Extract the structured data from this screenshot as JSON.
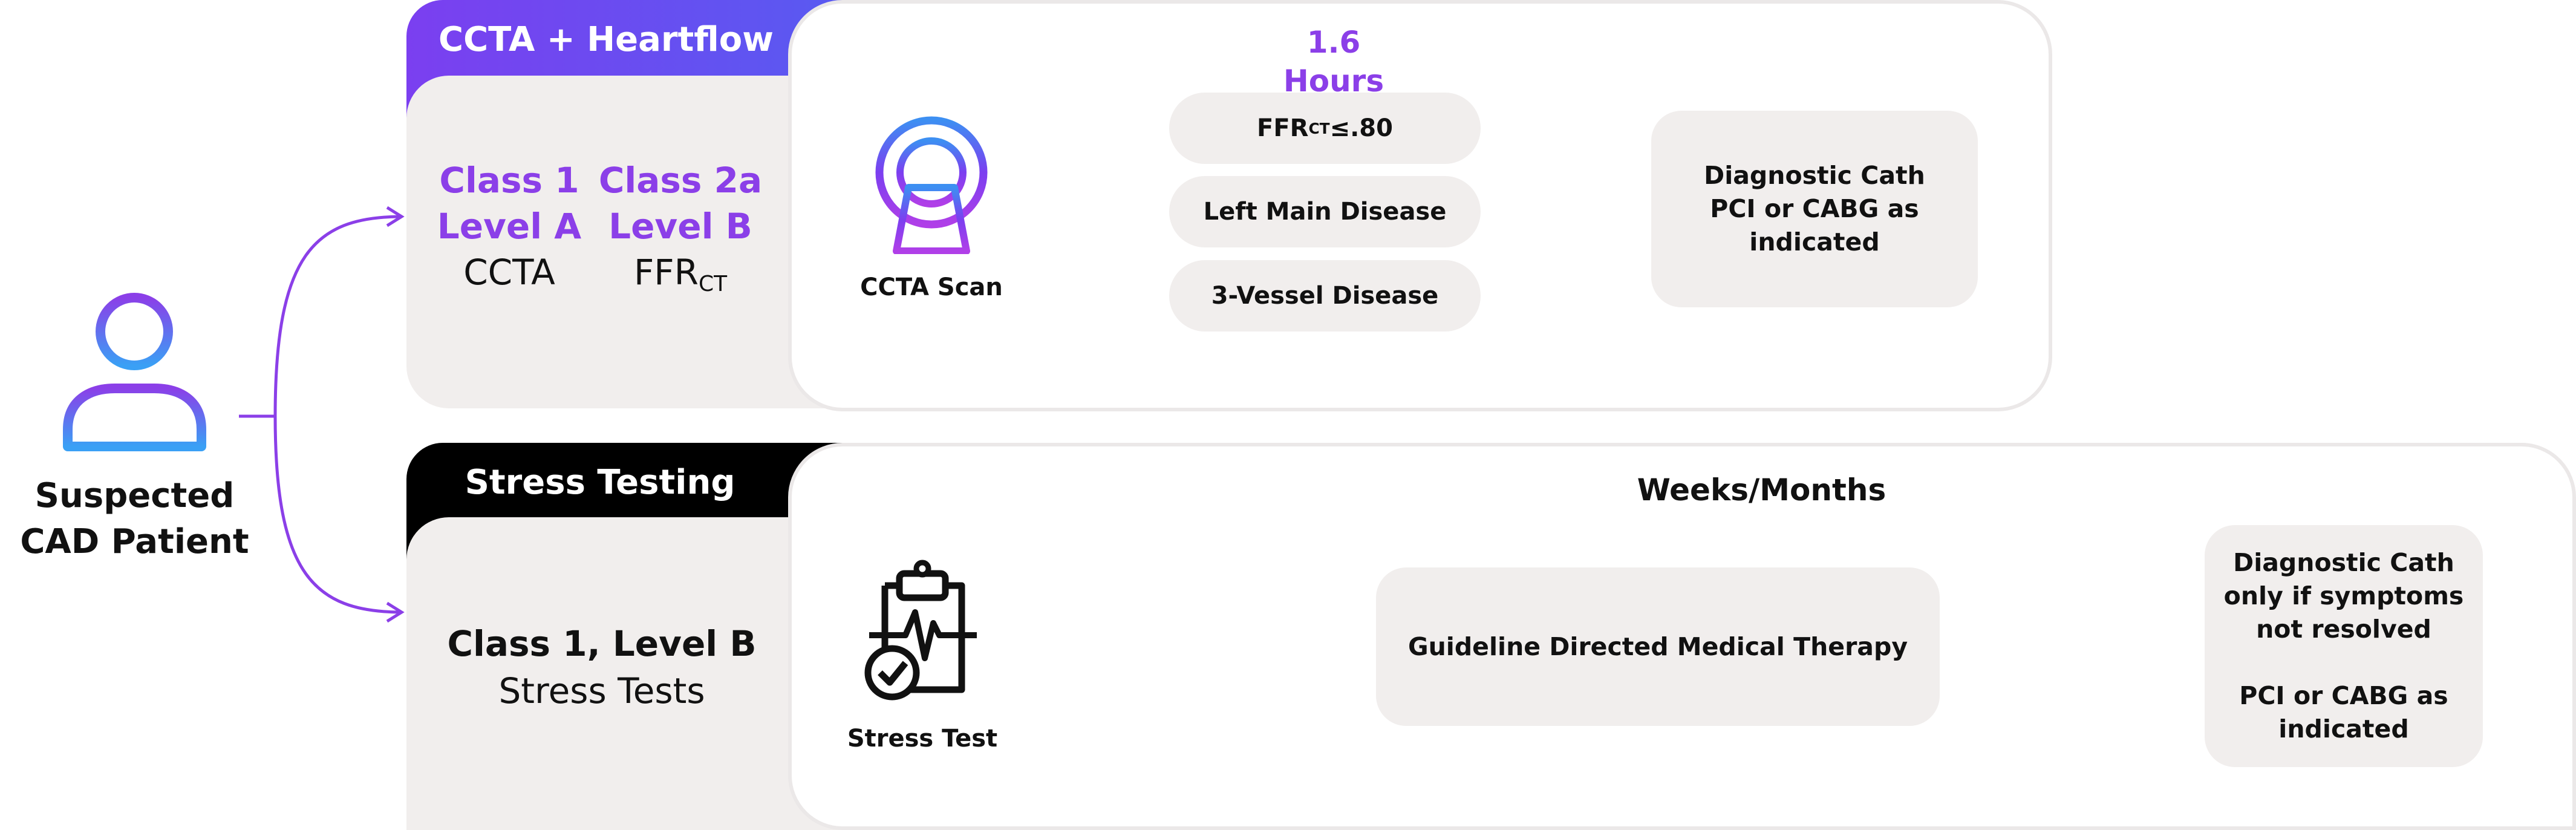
{
  "patient": {
    "label_line1": "Suspected",
    "label_line2": "CAD Patient"
  },
  "ccta_pathway": {
    "header": "CCTA + Heartflow",
    "recommendations": [
      {
        "class": "Class 1",
        "level": "Level A",
        "test": "CCTA",
        "test_sub": ""
      },
      {
        "class": "Class 2a",
        "level": "Level B",
        "test": "FFR",
        "test_sub": "CT"
      }
    ],
    "timeframe": "1.6 Hours",
    "scan_label": "CCTA Scan",
    "findings": [
      {
        "text": "FFR",
        "sub": "CT",
        "suffix": " ≤.80"
      },
      {
        "text": "Left Main Disease",
        "sub": "",
        "suffix": ""
      },
      {
        "text": "3-Vessel Disease",
        "sub": "",
        "suffix": ""
      }
    ],
    "outcome_lines": [
      "Diagnostic Cath",
      "PCI or CABG as",
      "indicated"
    ]
  },
  "stress_pathway": {
    "header": "Stress Testing",
    "recommendation_class": "Class 1, Level B",
    "recommendation_test": "Stress Tests",
    "timeframe": "Weeks/Months",
    "test_label": "Stress Test",
    "therapy": "Guideline Directed Medical Therapy",
    "outcome_lines": [
      "Diagnostic Cath",
      "only if symptoms",
      "not resolved",
      "",
      "PCI or CABG as",
      "indicated"
    ]
  },
  "colors": {
    "purple": "#8b3fe8",
    "blue": "#3b6cf0",
    "panel_gray": "#f1eeed",
    "black": "#000000"
  }
}
